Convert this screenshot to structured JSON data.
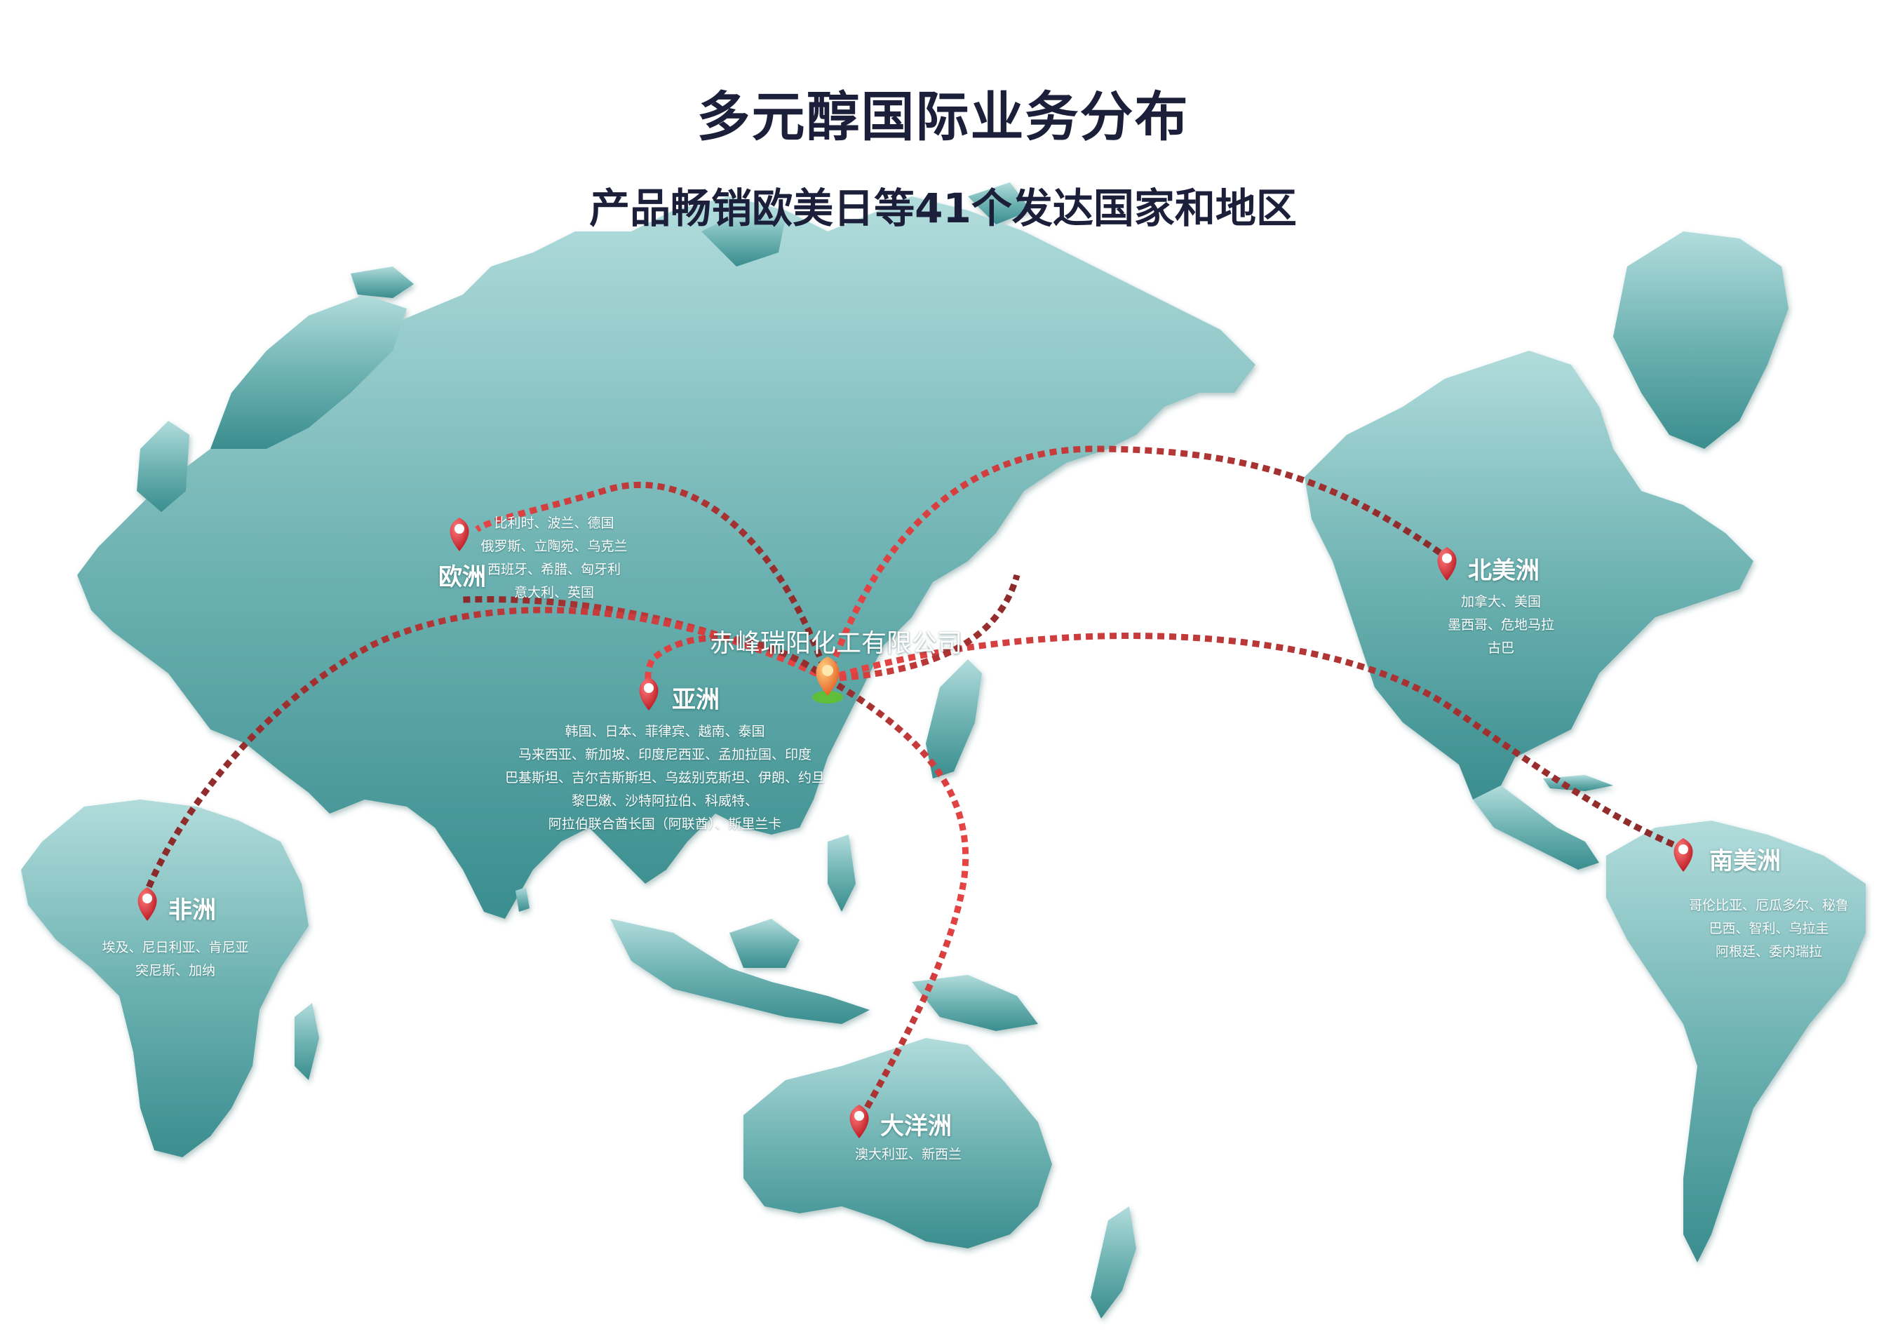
{
  "header": {
    "title": "多元醇国际业务分布",
    "subtitle": "产品畅销欧美日等41个发达国家和地区"
  },
  "company": {
    "name": "赤峰瑞阳化工有限公司"
  },
  "regions": [
    {
      "id": "europe",
      "name": "欧洲",
      "countries": [
        "比利时、波兰、德国",
        "俄罗斯、立陶宛、乌克兰",
        "西班牙、希腊、匈牙利",
        "意大利、英国"
      ]
    },
    {
      "id": "asia",
      "name": "亚洲",
      "countries": [
        "韩国、日本、菲律宾、越南、泰国",
        "马来西亚、新加坡、印度尼西亚、孟加拉国、印度",
        "巴基斯坦、吉尔吉斯斯坦、乌兹别克斯坦、伊朗、约旦",
        "黎巴嫩、沙特阿拉伯、科威特、",
        "阿拉伯联合酋长国（阿联酋）、斯里兰卡"
      ]
    },
    {
      "id": "africa",
      "name": "非洲",
      "countries": [
        "埃及、尼日利亚、肯尼亚",
        "突尼斯、加纳"
      ]
    },
    {
      "id": "oceania",
      "name": "大洋洲",
      "countries": [
        "澳大利亚、新西兰"
      ]
    },
    {
      "id": "north_america",
      "name": "北美洲",
      "countries": [
        "加拿大、美国",
        "墨西哥、危地马拉",
        "古巴"
      ]
    },
    {
      "id": "south_america",
      "name": "南美洲",
      "countries": [
        "哥伦比亚、厄瓜多尔、秘鲁",
        "巴西、智利、乌拉圭",
        "阿根廷、委内瑞拉"
      ]
    }
  ],
  "colors": {
    "title": "#1c1f3a",
    "land_light": "#a9d6d6",
    "land_dark": "#3a8d8e",
    "route_light": "#e84444",
    "route_dark": "#8a2a2a",
    "pin": "#d8222a"
  },
  "icons": {
    "region_marker": "map-pin-icon",
    "company_marker": "orange-map-pin-icon"
  }
}
